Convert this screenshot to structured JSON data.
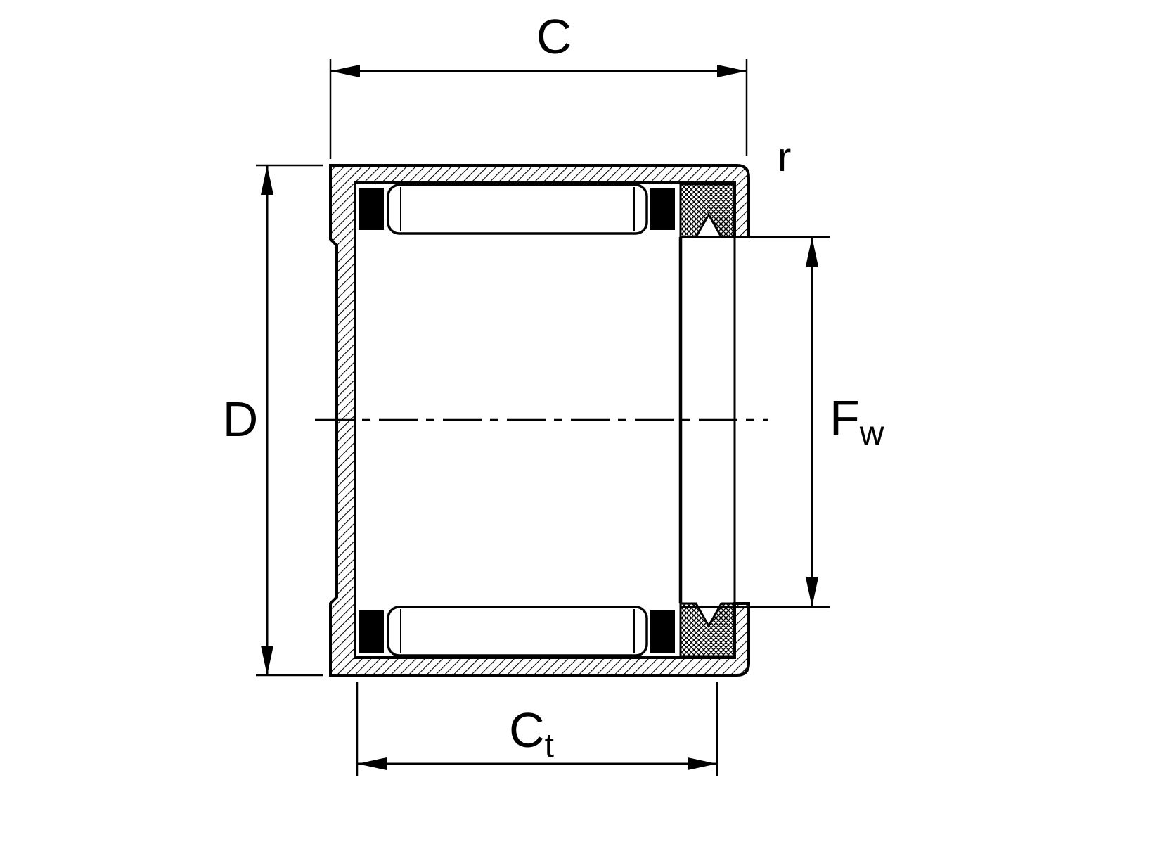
{
  "diagram": {
    "title": "Sealed drawn cup needle roller bearing cross-section",
    "background_color": "#ffffff",
    "line_color": "#000000",
    "dimensions": {
      "outer_width": {
        "label": "C"
      },
      "outer_diameter": {
        "label": "D"
      },
      "total_width": {
        "label": "C",
        "subscript": "t"
      },
      "bore_diameter": {
        "label": "F",
        "subscript": "w"
      },
      "edge_radius": {
        "label": "r"
      }
    }
  }
}
